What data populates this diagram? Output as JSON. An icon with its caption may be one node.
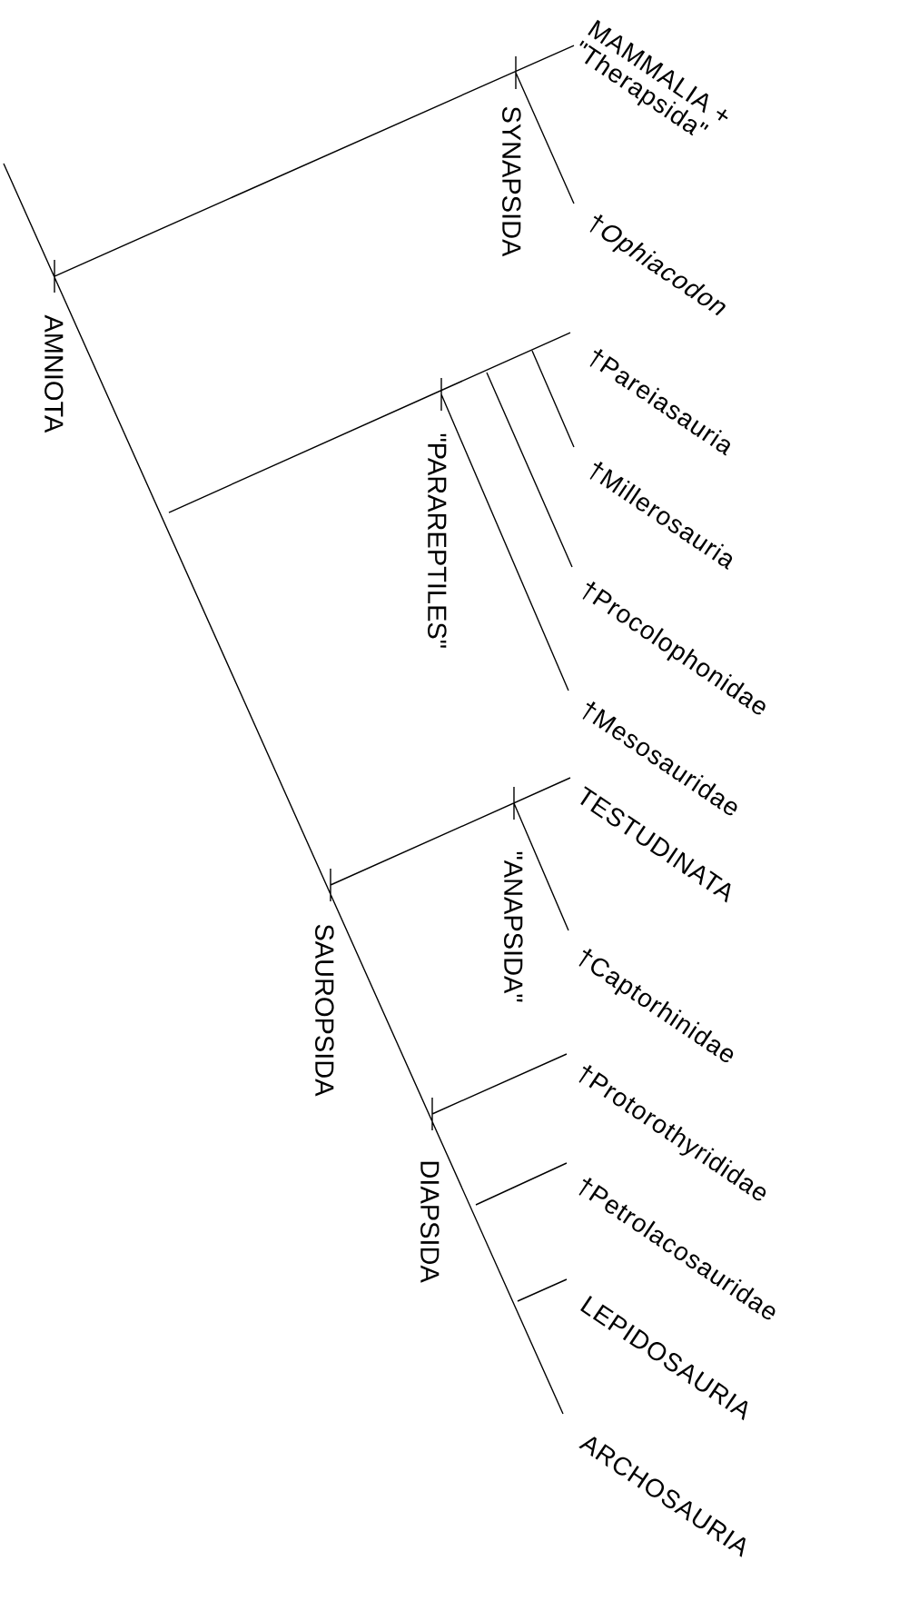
{
  "diagram": {
    "labels": [
      "MAMMALIA + \"Therapsida\"",
      "SYNAPSIDA",
      "AMNIOTA",
      "†*Ophiacodon*",
      "†Pareiasauria",
      "\"PARAREPTILES\"",
      "†Millerosauria",
      "†Procolophonidae",
      "†Mesosauridae",
      "TESTUDINATA",
      "\"ANAPSIDA\"",
      "SAUROPSIDA",
      "†Captorhinidae",
      "†Protorothyrididae",
      "DIAPSIDA",
      "†Petrolacosauridae",
      "LEPIDOSAURIA",
      "ARCHOSAURIA"
    ]
  }
}
